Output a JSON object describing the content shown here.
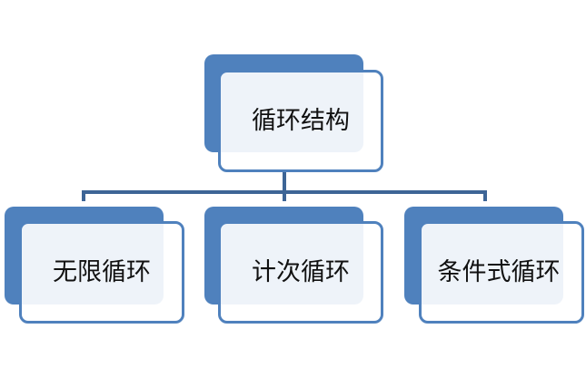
{
  "root": {
    "label": "循环结构"
  },
  "children": [
    {
      "label": "无限循环"
    },
    {
      "label": "计次循环"
    },
    {
      "label": "条件式循环"
    }
  ],
  "colors": {
    "accent": "#4f81bd",
    "connector": "#3d6596"
  }
}
